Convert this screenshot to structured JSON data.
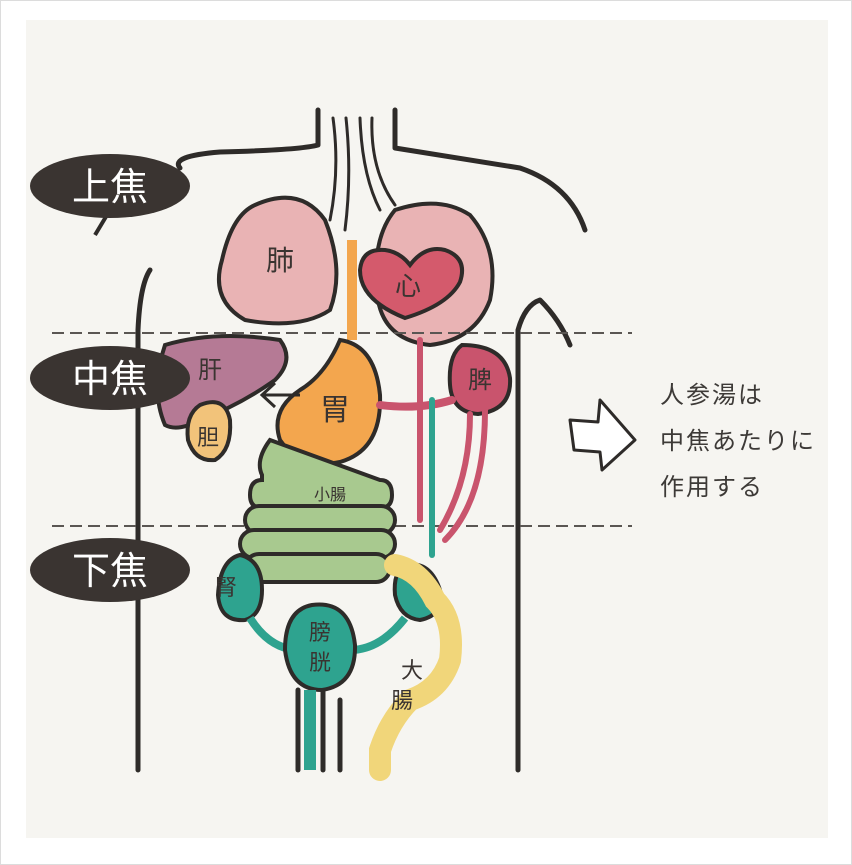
{
  "zones": {
    "upper": "上焦",
    "middle": "中焦",
    "lower": "下焦"
  },
  "organs": {
    "lung": "肺",
    "heart": "心",
    "liver": "肝",
    "gallbladder": "胆",
    "stomach": "胃",
    "spleen": "脾",
    "small_intestine": "小腸",
    "kidney": "腎",
    "bladder_1": "膀",
    "bladder_2": "胱",
    "large_intestine_1": "大",
    "large_intestine_2": "腸"
  },
  "note": {
    "line1": "人参湯は",
    "line2": "中焦あたりに",
    "line3": "作用する"
  },
  "colors": {
    "outline": "#2e2b29",
    "bubble": "#3a3431",
    "lung": "#e9b3b4",
    "heart": "#d45a6c",
    "liver": "#b57a95",
    "gallbladder": "#f2c37a",
    "stomach": "#f3a64e",
    "spleen": "#c9546d",
    "small_intestine": "#a8c98f",
    "kidney_bladder": "#2ea38f",
    "large_intestine": "#f1d67a"
  }
}
